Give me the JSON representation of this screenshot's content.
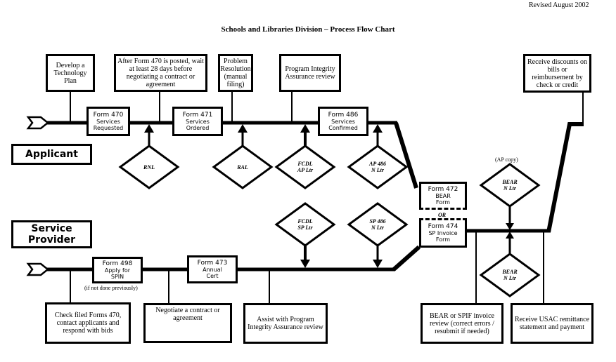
{
  "header": {
    "revised": "Revised August 2002",
    "title": "Schools and Libraries Division – Process Flow Chart"
  },
  "roles": {
    "applicant": "Applicant",
    "service_provider_line1": "Service",
    "service_provider_line2": "Provider"
  },
  "notes": {
    "develop_tech_plan": "Develop a Technology Plan",
    "wait_28_days": "After Form 470 is posted, wait at least 28 days before negotiating a contract or agreement",
    "problem_resolution": "Problem Resolution (manual filing)",
    "pia_review": "Program Integrity Assurance review",
    "receive_discounts": "Receive discounts on bills or reimbursement by check or credit",
    "check_filed_forms": "Check filed Forms 470, contact applicants and respond with bids",
    "negotiate_contract": "Negotiate a contract or agreement",
    "assist_pia": "Assist with Program Integrity Assurance review",
    "bear_spif_review": "BEAR or SPIF invoice review (correct errors / resubmit if needed)",
    "receive_usac": "Receive USAC remittance statement and payment"
  },
  "forms": {
    "f470": {
      "num": "Form 470",
      "line1": "Services",
      "line2": "Requested"
    },
    "f471": {
      "num": "Form 471",
      "line1": "Services",
      "line2": "Ordered"
    },
    "f486": {
      "num": "Form 486",
      "line1": "Services",
      "line2": "Confirmed"
    },
    "f498": {
      "num": "Form 498",
      "line1": "Apply for",
      "line2": "SPIN"
    },
    "f473": {
      "num": "Form 473",
      "line1": "Annual",
      "line2": "Cert"
    },
    "f472": {
      "num": "Form 472",
      "line1": "BEAR",
      "line2": "Form"
    },
    "f474": {
      "num": "Form 474",
      "line1": "SP Invoice",
      "line2": "Form"
    }
  },
  "or_label": "OR",
  "if_not_done": "(if not done previously)",
  "ap_copy": "(AP copy)",
  "decisions": {
    "rnl": {
      "line1": "RNL",
      "line2": ""
    },
    "ral": {
      "line1": "RAL",
      "line2": ""
    },
    "fcdl_ap": {
      "line1": "FCDL",
      "line2": "AP Ltr"
    },
    "ap486": {
      "line1": "AP 486",
      "line2": "N Ltr"
    },
    "fcdl_sp": {
      "line1": "FCDL",
      "line2": "SP Ltr"
    },
    "sp486": {
      "line1": "SP 486",
      "line2": "N Ltr"
    },
    "bear_ap": {
      "line1": "BEAR",
      "line2": "N Ltr"
    },
    "bear_sp": {
      "line1": "BEAR",
      "line2": "N Ltr"
    }
  }
}
